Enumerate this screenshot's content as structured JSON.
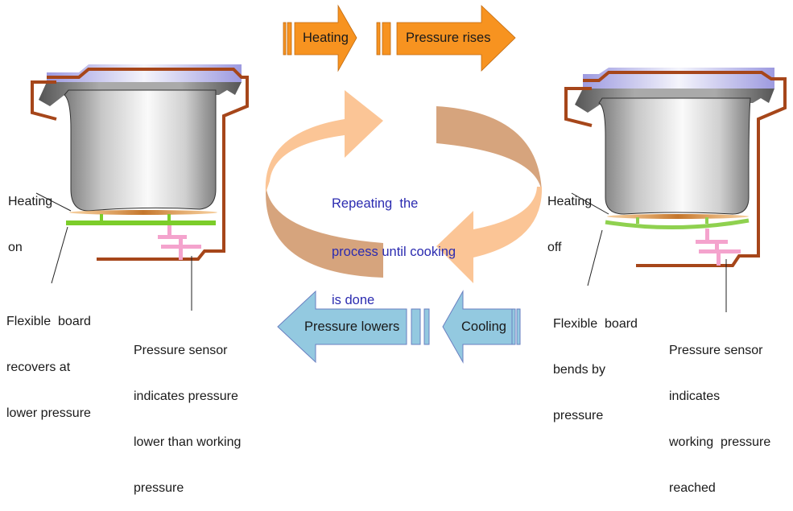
{
  "title": "Pressure cooker cycle: heating and cooling",
  "top_arrows": [
    {
      "label": "Heating",
      "color": "#f79320"
    },
    {
      "label": "Pressure rises",
      "color": "#f79320"
    }
  ],
  "bottom_arrows": [
    {
      "label": "Pressure lowers",
      "color": "#93c9e0"
    },
    {
      "label": "Cooling",
      "color": "#93c9e0"
    }
  ],
  "center_text": [
    "Repeating  the",
    "process until cooking",
    "is done"
  ],
  "left_cooker": {
    "state": "heating-on",
    "heating_label": [
      "Heating",
      "on"
    ],
    "board_label": [
      "Flexible  board",
      "recovers at",
      "lower pressure"
    ],
    "sensor_label": [
      "Pressure sensor",
      "indicates pressure",
      "lower than working",
      "pressure"
    ]
  },
  "right_cooker": {
    "state": "heating-off",
    "heating_label": [
      "Heating",
      "off"
    ],
    "board_label": [
      "Flexible  board",
      "bends by",
      "pressure"
    ],
    "sensor_label": [
      "Pressure sensor",
      "indicates",
      "working  pressure",
      "reached"
    ]
  },
  "colors": {
    "housing": "#a6461a",
    "lid": "#a9a6e0",
    "board": "#7ccd2a",
    "board_bent": "#8fd14f",
    "heater": "#c8792e",
    "sensor": "#f4a3cd",
    "cycle_light": "#fbc596",
    "cycle_dark": "#d6a47d",
    "center_text": "#2b2bb0"
  }
}
